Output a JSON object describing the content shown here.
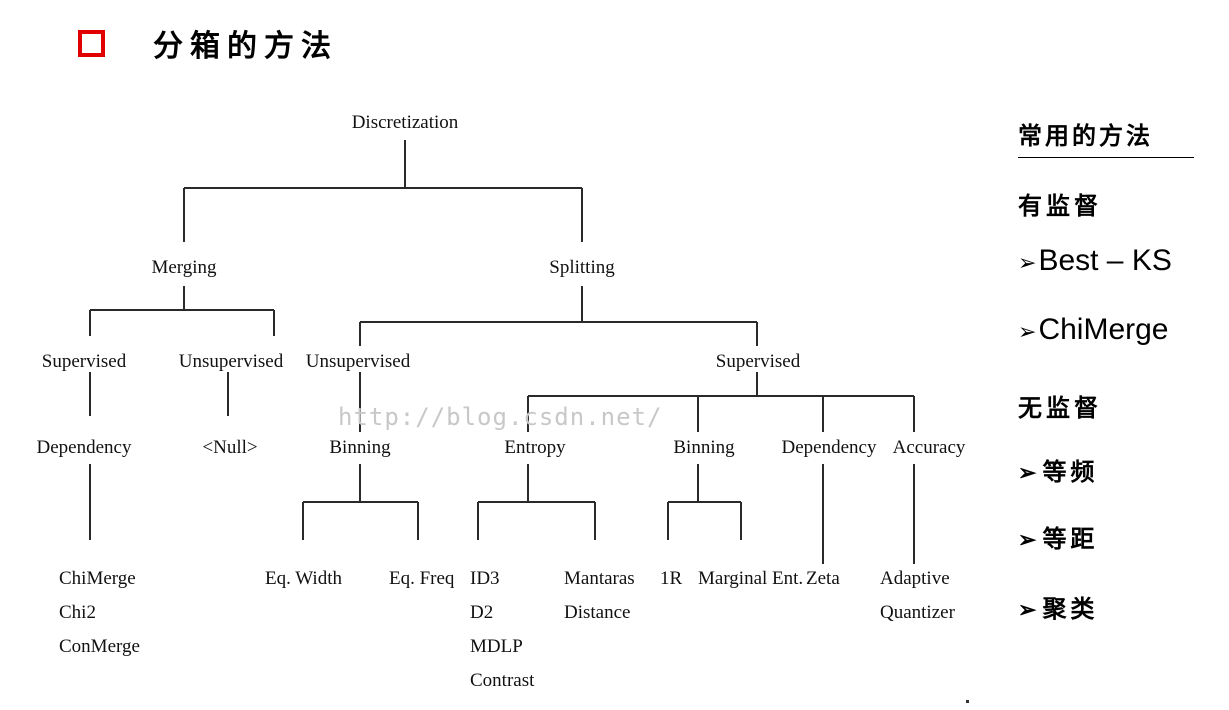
{
  "title": "分箱的方法",
  "diagram": {
    "root": "Discretization",
    "merging": "Merging",
    "splitting": "Splitting",
    "m_supervised": "Supervised",
    "m_unsupervised": "Unsupervised",
    "s_unsupervised": "Unsupervised",
    "s_supervised": "Supervised",
    "m_dependency": "Dependency",
    "m_null": "<Null>",
    "s_u_binning": "Binning",
    "s_entropy": "Entropy",
    "s_binning": "Binning",
    "s_dependency": "Dependency",
    "s_accuracy": "Accuracy",
    "leaves": {
      "chimerge": [
        "ChiMerge",
        "Chi2",
        "ConMerge"
      ],
      "eq_width": "Eq. Width",
      "eq_freq": "Eq. Freq",
      "id3": [
        "ID3",
        "D2",
        "MDLP",
        "Contrast"
      ],
      "mantaras": [
        "Mantaras",
        "Distance"
      ],
      "onr": "1R",
      "marginal": "Marginal Ent.",
      "zeta": "Zeta",
      "adaptive": [
        "Adaptive",
        "Quantizer"
      ]
    },
    "watermark": "http://blog.csdn.net/"
  },
  "side": {
    "heading": "常用的方法",
    "items": [
      {
        "text": "有监督",
        "arrow": false
      },
      {
        "text": "Best – KS",
        "arrow": true
      },
      {
        "text": "ChiMerge",
        "arrow": true
      },
      {
        "text": "无监督",
        "arrow": false
      },
      {
        "text": "等频",
        "arrow": true
      },
      {
        "text": "等距",
        "arrow": true
      },
      {
        "text": "聚类",
        "arrow": true
      }
    ],
    "arrow_glyph": "➢"
  },
  "colors": {
    "accent": "#e00000"
  }
}
